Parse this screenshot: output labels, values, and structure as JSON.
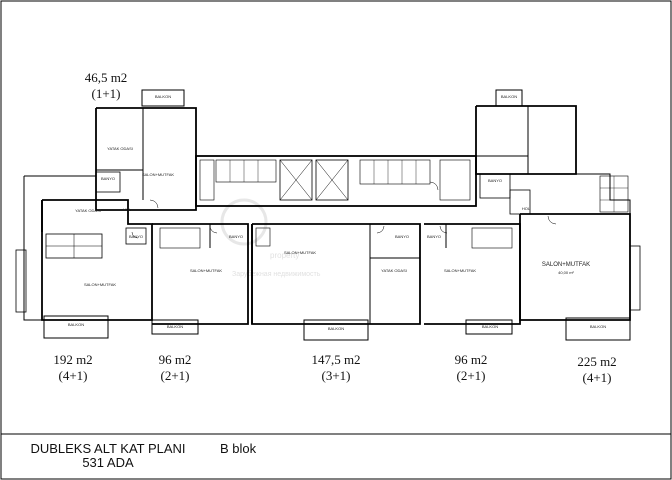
{
  "areas": {
    "top_left": {
      "size": "46,5 m2",
      "type": "(1+1)"
    },
    "bottom": [
      {
        "size": "192 m2",
        "type": "(4+1)"
      },
      {
        "size": "96 m2",
        "type": "(2+1)"
      },
      {
        "size": "147,5 m2",
        "type": "(3+1)"
      },
      {
        "size": "96 m2",
        "type": "(2+1)"
      },
      {
        "size": "225 m2",
        "type": "(4+1)"
      }
    ]
  },
  "title": {
    "line1": "DUBLEKS ALT KAT PLANI",
    "line2": "531 ADA",
    "block": "B blok"
  },
  "rooms": {
    "balkon": "BALKON",
    "yatak_odasi": "YATAK ODASI",
    "salon_mutfak": "SALON+MUTFAK",
    "banyo": "BANYO",
    "hol": "HOL",
    "salon_mutfak_area": "40,00 m²"
  },
  "watermark": {
    "line1": "property",
    "line2": "Зарубежная недвижимость"
  }
}
